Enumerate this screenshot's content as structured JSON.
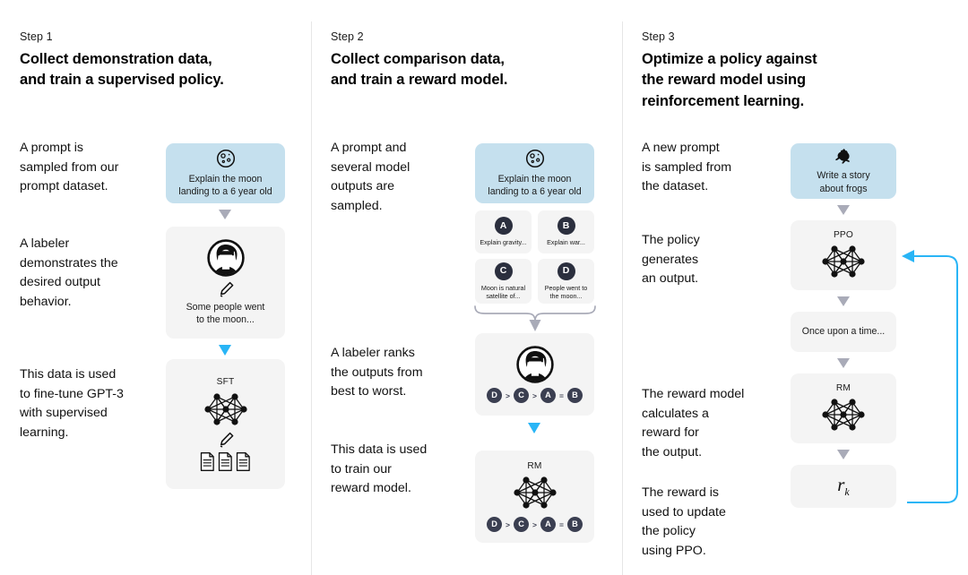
{
  "diagram": {
    "title": "InstructGPT / RLHF three-step training diagram",
    "accent_blue": "#29b5f6",
    "prompt_box_bg": "#c5e0ee",
    "box_bg": "#f4f4f4",
    "badge_bg": "#3b3f51"
  },
  "steps": [
    {
      "label": "Step 1",
      "title": "Collect demonstration data,\nand train a supervised policy.",
      "captions": [
        "A prompt is\nsampled from our\nprompt dataset.",
        "A labeler\ndemonstrates the\ndesired output\nbehavior.",
        "This data is used\nto fine-tune GPT-3\nwith supervised\nlearning."
      ],
      "prompt_box": {
        "icon": "moon-icon",
        "text": "Explain the moon\nlanding to a 6 year old"
      },
      "labeler_box": {
        "icon": "labeler-avatar-icon",
        "pencil": "pencil-icon",
        "text": "Some people went\nto the moon..."
      },
      "model_box": {
        "title": "SFT",
        "icon": "neural-network-icon",
        "pencil": "pencil-icon",
        "docs": "documents-icon"
      }
    },
    {
      "label": "Step 2",
      "title": "Collect comparison data,\nand train a reward model.",
      "captions": [
        "A prompt and\nseveral model\noutputs are\nsampled.",
        "A labeler ranks\nthe outputs from\nbest to worst.",
        "This data is used\nto train our\nreward model."
      ],
      "prompt_box": {
        "icon": "moon-icon",
        "text": "Explain the moon\nlanding to a 6 year old"
      },
      "outputs": [
        {
          "letter": "A",
          "text": "Explain gravity..."
        },
        {
          "letter": "B",
          "text": "Explain war..."
        },
        {
          "letter": "C",
          "text": "Moon is natural\nsatellite of..."
        },
        {
          "letter": "D",
          "text": "People went to\nthe moon..."
        }
      ],
      "ranking_box": {
        "icon": "labeler-avatar-icon",
        "ranking": [
          {
            "item": "D",
            "op": ">"
          },
          {
            "item": "C",
            "op": ">"
          },
          {
            "item": "A",
            "op": "="
          },
          {
            "item": "B",
            "op": ""
          }
        ]
      },
      "reward_model_box": {
        "title": "RM",
        "icon": "neural-network-icon",
        "ranking": [
          {
            "item": "D",
            "op": ">"
          },
          {
            "item": "C",
            "op": ">"
          },
          {
            "item": "A",
            "op": "="
          },
          {
            "item": "B",
            "op": ""
          }
        ]
      }
    },
    {
      "label": "Step 3",
      "title": "Optimize a policy against\nthe reward model using\nreinforcement learning.",
      "captions": [
        "A new prompt\nis sampled from\nthe dataset.",
        "The policy\ngenerates\nan output.",
        "The reward model\ncalculates a\nreward for\nthe output.",
        "The reward is\nused to update\nthe policy\nusing PPO."
      ],
      "prompt_box": {
        "icon": "frog-icon",
        "text": "Write a story\nabout frogs"
      },
      "policy_box": {
        "title": "PPO",
        "icon": "neural-network-icon"
      },
      "output_box": {
        "text": "Once upon a time..."
      },
      "reward_model_box": {
        "title": "RM",
        "icon": "neural-network-icon"
      },
      "reward_box": {
        "symbol": "r",
        "subscript": "k"
      }
    }
  ]
}
